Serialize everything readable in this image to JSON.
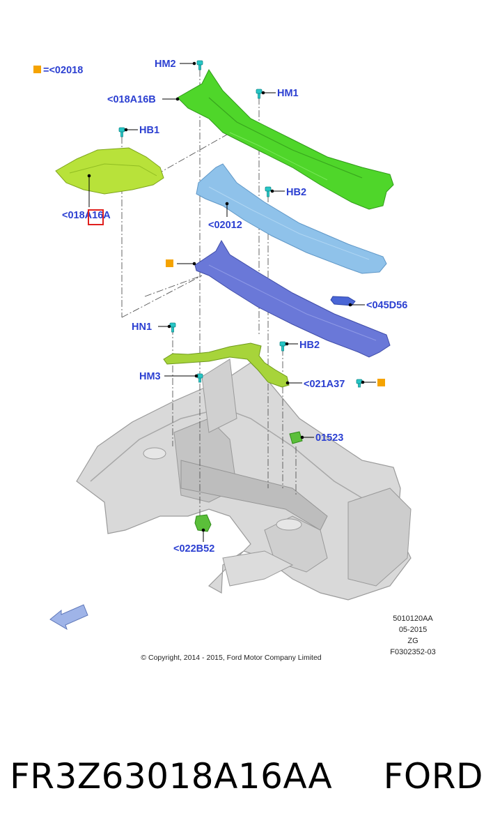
{
  "legend": {
    "symbol_color": "#f5a300",
    "text": "=<02018"
  },
  "callouts": {
    "hm2": "HM2",
    "hm1": "HM1",
    "hb1": "HB1",
    "p018a16b": "<018A16B",
    "p018a16a": "<018A16A",
    "hb2_top": "HB2",
    "p02012": "<02012",
    "p045d56": "<045D56",
    "hn1": "HN1",
    "hb2_bottom": "HB2",
    "hm3": "HM3",
    "p021a37": "<021A37",
    "p01523": "01523",
    "p022b52": "<022B52"
  },
  "diagram_info": {
    "code": "5010120AA",
    "date": "05-2015",
    "region": "ZG",
    "figure": "F0302352-03"
  },
  "copyright": "© Copyright, 2014 - 2015, Ford Motor Company Limited",
  "footer": {
    "part_number": "FR3Z63018A16AA",
    "brand": "FORD"
  },
  "colors": {
    "label_blue": "#2b3fd1",
    "highlight_red": "#e0201e",
    "green_panel": "#4fd62a",
    "lime_panel": "#b8e23a",
    "light_blue_panel": "#8fc2ea",
    "purple_blue_panel": "#6a78d8",
    "body_gray": "#d6d6d6",
    "fastener_cyan": "#27c6c6",
    "arrow_blue": "#9fb4e8"
  }
}
